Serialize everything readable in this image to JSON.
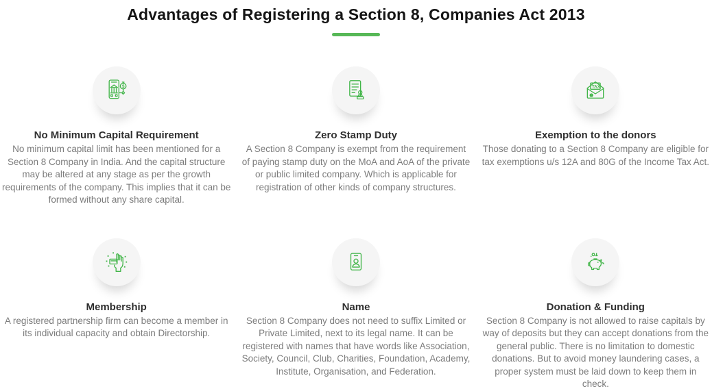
{
  "page": {
    "title": "Advantages of Registering a Section 8, Companies Act 2013",
    "colors": {
      "accent_green": "#42b549",
      "divider_green": "#57b857",
      "icon_circle_bg": "#f5f5f5",
      "heading_text": "#151515",
      "card_title_text": "#303030",
      "body_text": "#7c7c7c",
      "background": "#ffffff"
    }
  },
  "cards": [
    {
      "icon": "mobile-banking-icon",
      "icon_glyph": "$",
      "title": "No Minimum Capital Requirement",
      "description": "No minimum capital limit has been mentioned for a Section 8 Company in India. And the capital structure may be altered at any stage as per the growth requirements of the company. This implies that it can be formed without any share capital."
    },
    {
      "icon": "document-stamp-icon",
      "title": "Zero Stamp Duty",
      "description": "A Section 8 Company is exempt from the requirement of paying stamp duty on the MoA and AoA of the private or public limited company. Which is applicable for registration of other kinds of company structures."
    },
    {
      "icon": "tax-envelope-icon",
      "icon_glyph": "TAX",
      "title": "Exemption to the donors",
      "description": "Those donating to a Section 8 Company are eligible for tax exemptions u/s 12A and 80G of the Income Tax Act."
    },
    {
      "icon": "hand-card-icon",
      "title": "Membership",
      "description": "A registered partnership firm can become a member in its individual capacity and obtain Directorship."
    },
    {
      "icon": "id-card-icon",
      "title": "Name",
      "description": "Section 8 Company does not need to suffix Limited or Private Limited, next to its legal name. It can be registered with names that have words like Association, Society, Council, Club, Charities, Foundation, Academy, Institute, Organisation, and Federation."
    },
    {
      "icon": "piggy-bank-icon",
      "title": "Donation & Funding",
      "description": "Section 8 Company is not allowed to raise capitals by way of deposits but they can accept donations from the general public. There is no limitation to domestic donations. But to avoid money laundering cases, a proper system must be laid down to keep them in check."
    }
  ]
}
